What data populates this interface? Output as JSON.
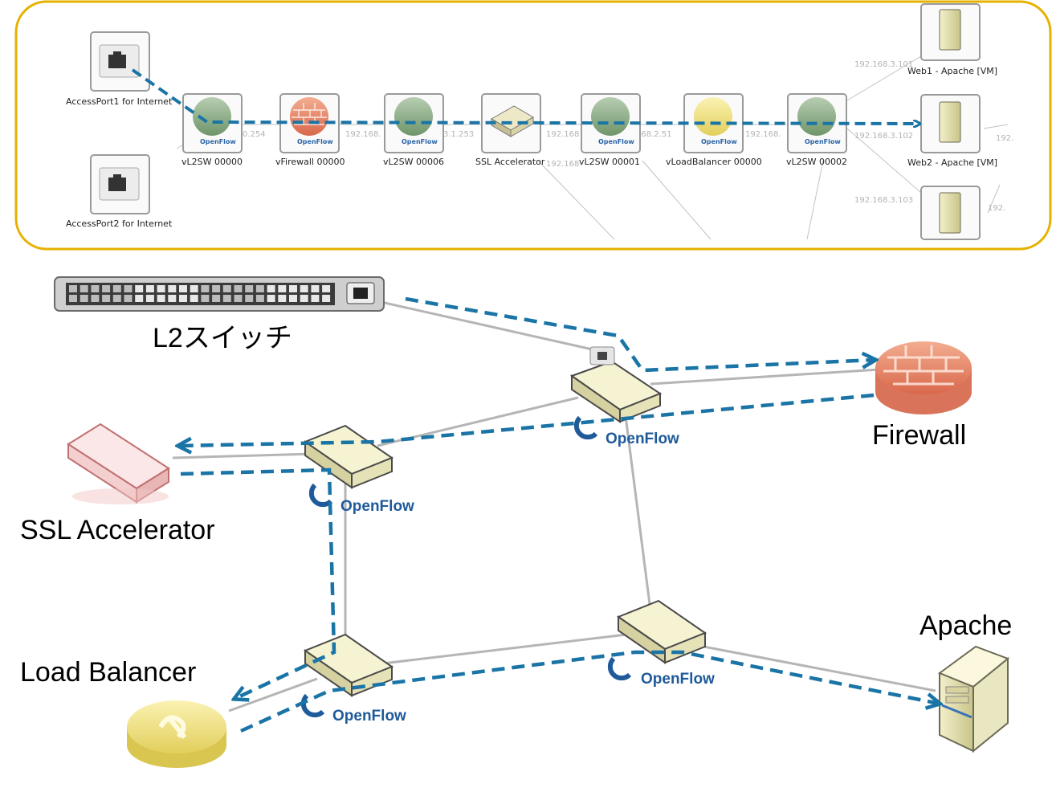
{
  "top_panel": {
    "border_color": "#e6b100",
    "nodes": {
      "access1": "AccessPort1 for Internet",
      "access2": "AccessPort2 for Internet",
      "sw0": "vL2SW 00000",
      "fw": "vFirewall 00000",
      "sw6": "vL2SW 00006",
      "ssl": "SSL Accelerator",
      "sw1": "vL2SW 00001",
      "lb": "vLoadBalancer 00000",
      "sw2": "vL2SW 00002",
      "web1": "Web1 - Apache [VM]",
      "web2": "Web2 - Apache [VM]"
    },
    "badge": "OpenFlow",
    "ips": {
      "ip1": "0.254",
      "ip2": "192.168.",
      "ip3": "3.1.253",
      "ip4": "192.168",
      "ip5": "168.2.51",
      "ip6": "192.168.",
      "ip7": "192.168.3.101",
      "ip8": "192.168.3.102",
      "ip9": "192.168.3.103",
      "ip10": "192.168",
      "ip11": "192.",
      "ip12": "192."
    }
  },
  "bottom": {
    "labels": {
      "l2switch": "L2スイッチ",
      "firewall": "Firewall",
      "ssl": "SSL Accelerator",
      "loadbalancer": "Load Balancer",
      "apache": "Apache"
    },
    "openflow": "OpenFlow"
  },
  "colors": {
    "flow_arrow": "#1a74a6",
    "link": "#b5b5b5",
    "panel_border": "#e6b100"
  }
}
